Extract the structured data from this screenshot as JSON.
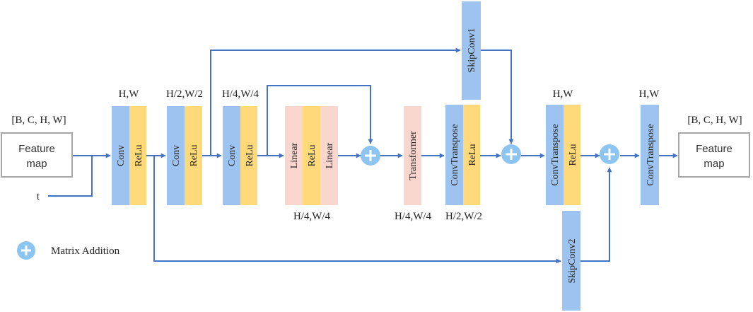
{
  "colors": {
    "blue": "#9DC3F0",
    "yellow": "#FFD97A",
    "pink": "#F9D6CE",
    "arrow": "#4472C4",
    "box_border": "#A6A6A6",
    "add_circle": "#8CC4F2"
  },
  "input": {
    "shape": "[B, C, H, W]",
    "box_line1": "Feature",
    "box_line2": "map",
    "time": "t"
  },
  "output": {
    "shape": "[B, C, H, W]",
    "box_line1": "Feature",
    "box_line2": "map"
  },
  "blocks": {
    "b1": {
      "dims": "H,W",
      "conv": "Conv",
      "relu": "ReLu"
    },
    "b2": {
      "dims": "H/2,W/2",
      "conv": "Conv",
      "relu": "ReLu"
    },
    "b3": {
      "dims": "H/4,W/4",
      "conv": "Conv",
      "relu": "ReLu"
    },
    "mlp": {
      "dims": "H/4,W/4",
      "l1": "Linear",
      "relu": "ReLu",
      "l2": "Linear"
    },
    "transformer": {
      "dims": "H/4,W/4",
      "label": "Transformer"
    },
    "up1": {
      "dims": "H/2,W/2",
      "conv": "ConvTranspose",
      "relu": "ReLu"
    },
    "up2": {
      "dims": "H,W",
      "conv": "ConvTranspose",
      "relu": "ReLu"
    },
    "final": {
      "dims": "H,W",
      "conv": "ConvTranspose"
    },
    "skip1": "SkipConv1",
    "skip2": "SkipConv2"
  },
  "legend": {
    "label": "Matrix Addition"
  }
}
